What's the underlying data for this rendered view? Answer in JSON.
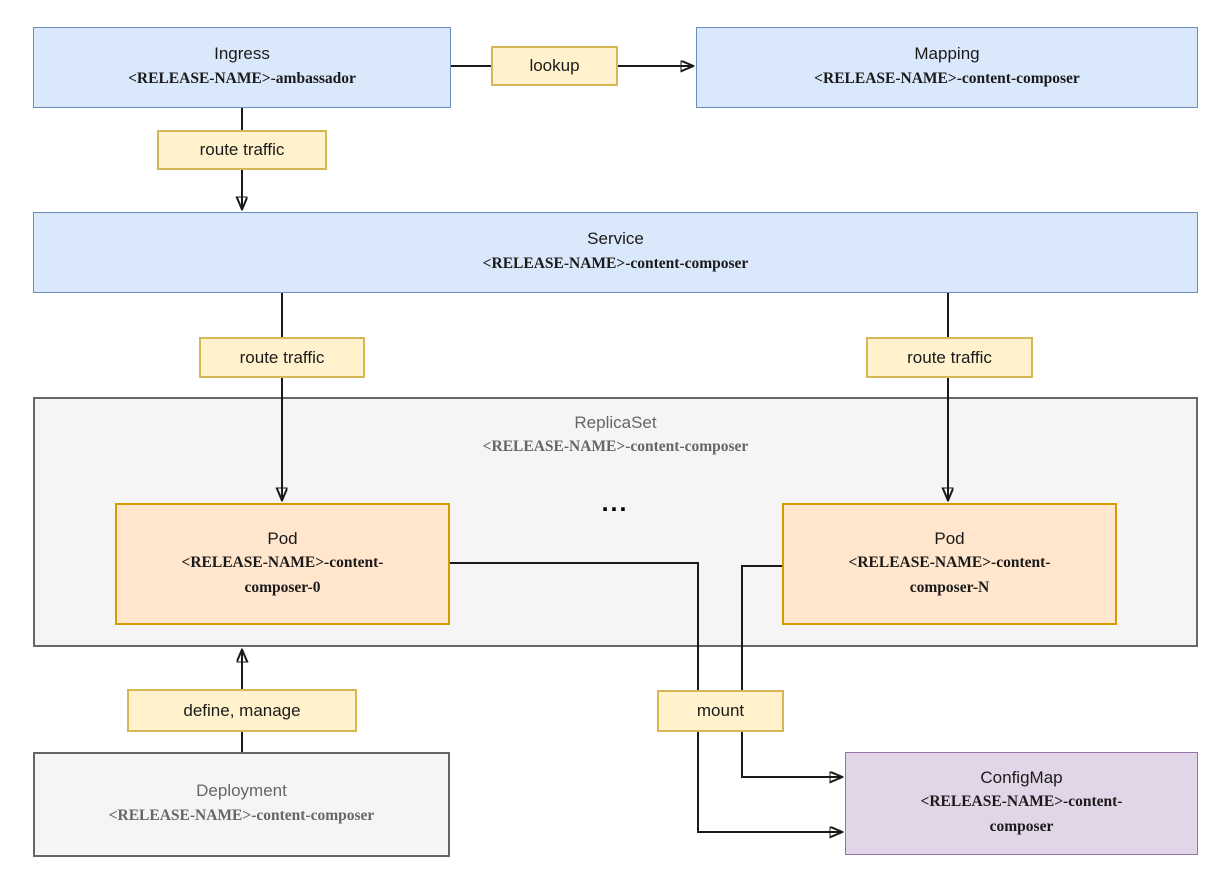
{
  "theme": {
    "canvas_bg": "#ffffff",
    "blue_fill": "#dae8fc",
    "blue_stroke": "#6c8ebf",
    "yellow_fill": "#fff2cc",
    "yellow_stroke": "#d6b656",
    "orange_fill": "#ffe6cc",
    "orange_stroke": "#d79b00",
    "purple_fill": "#e1d5e7",
    "purple_stroke": "#9673a6",
    "gray_fill": "#f5f5f5",
    "gray_stroke": "#666666",
    "edge_color": "#1a1a1a",
    "text_color": "#1a1a1a",
    "muted_text_color": "#666666"
  },
  "nodes": {
    "ingress": {
      "title": "Ingress",
      "subtitle": "<RELEASE-NAME>-ambassador"
    },
    "mapping": {
      "title": "Mapping",
      "subtitle": "<RELEASE-NAME>-content-composer"
    },
    "service": {
      "title": "Service",
      "subtitle": "<RELEASE-NAME>-content-composer"
    },
    "replicaset": {
      "title": "ReplicaSet",
      "subtitle": "<RELEASE-NAME>-content-composer"
    },
    "pod_left": {
      "title": "Pod",
      "subtitle": "<RELEASE-NAME>-content-composer-0"
    },
    "pod_right": {
      "title": "Pod",
      "subtitle": "<RELEASE-NAME>-content-composer-N"
    },
    "deployment": {
      "title": "Deployment",
      "subtitle": "<RELEASE-NAME>-content-composer"
    },
    "configmap": {
      "title": "ConfigMap",
      "subtitle": "<RELEASE-NAME>-content-composer"
    }
  },
  "edge_labels": {
    "lookup": "lookup",
    "route_traffic_ingress": "route traffic",
    "route_traffic_left": "route traffic",
    "route_traffic_right": "route traffic",
    "define_manage": "define, manage",
    "mount": "mount"
  },
  "ellipsis": "..."
}
